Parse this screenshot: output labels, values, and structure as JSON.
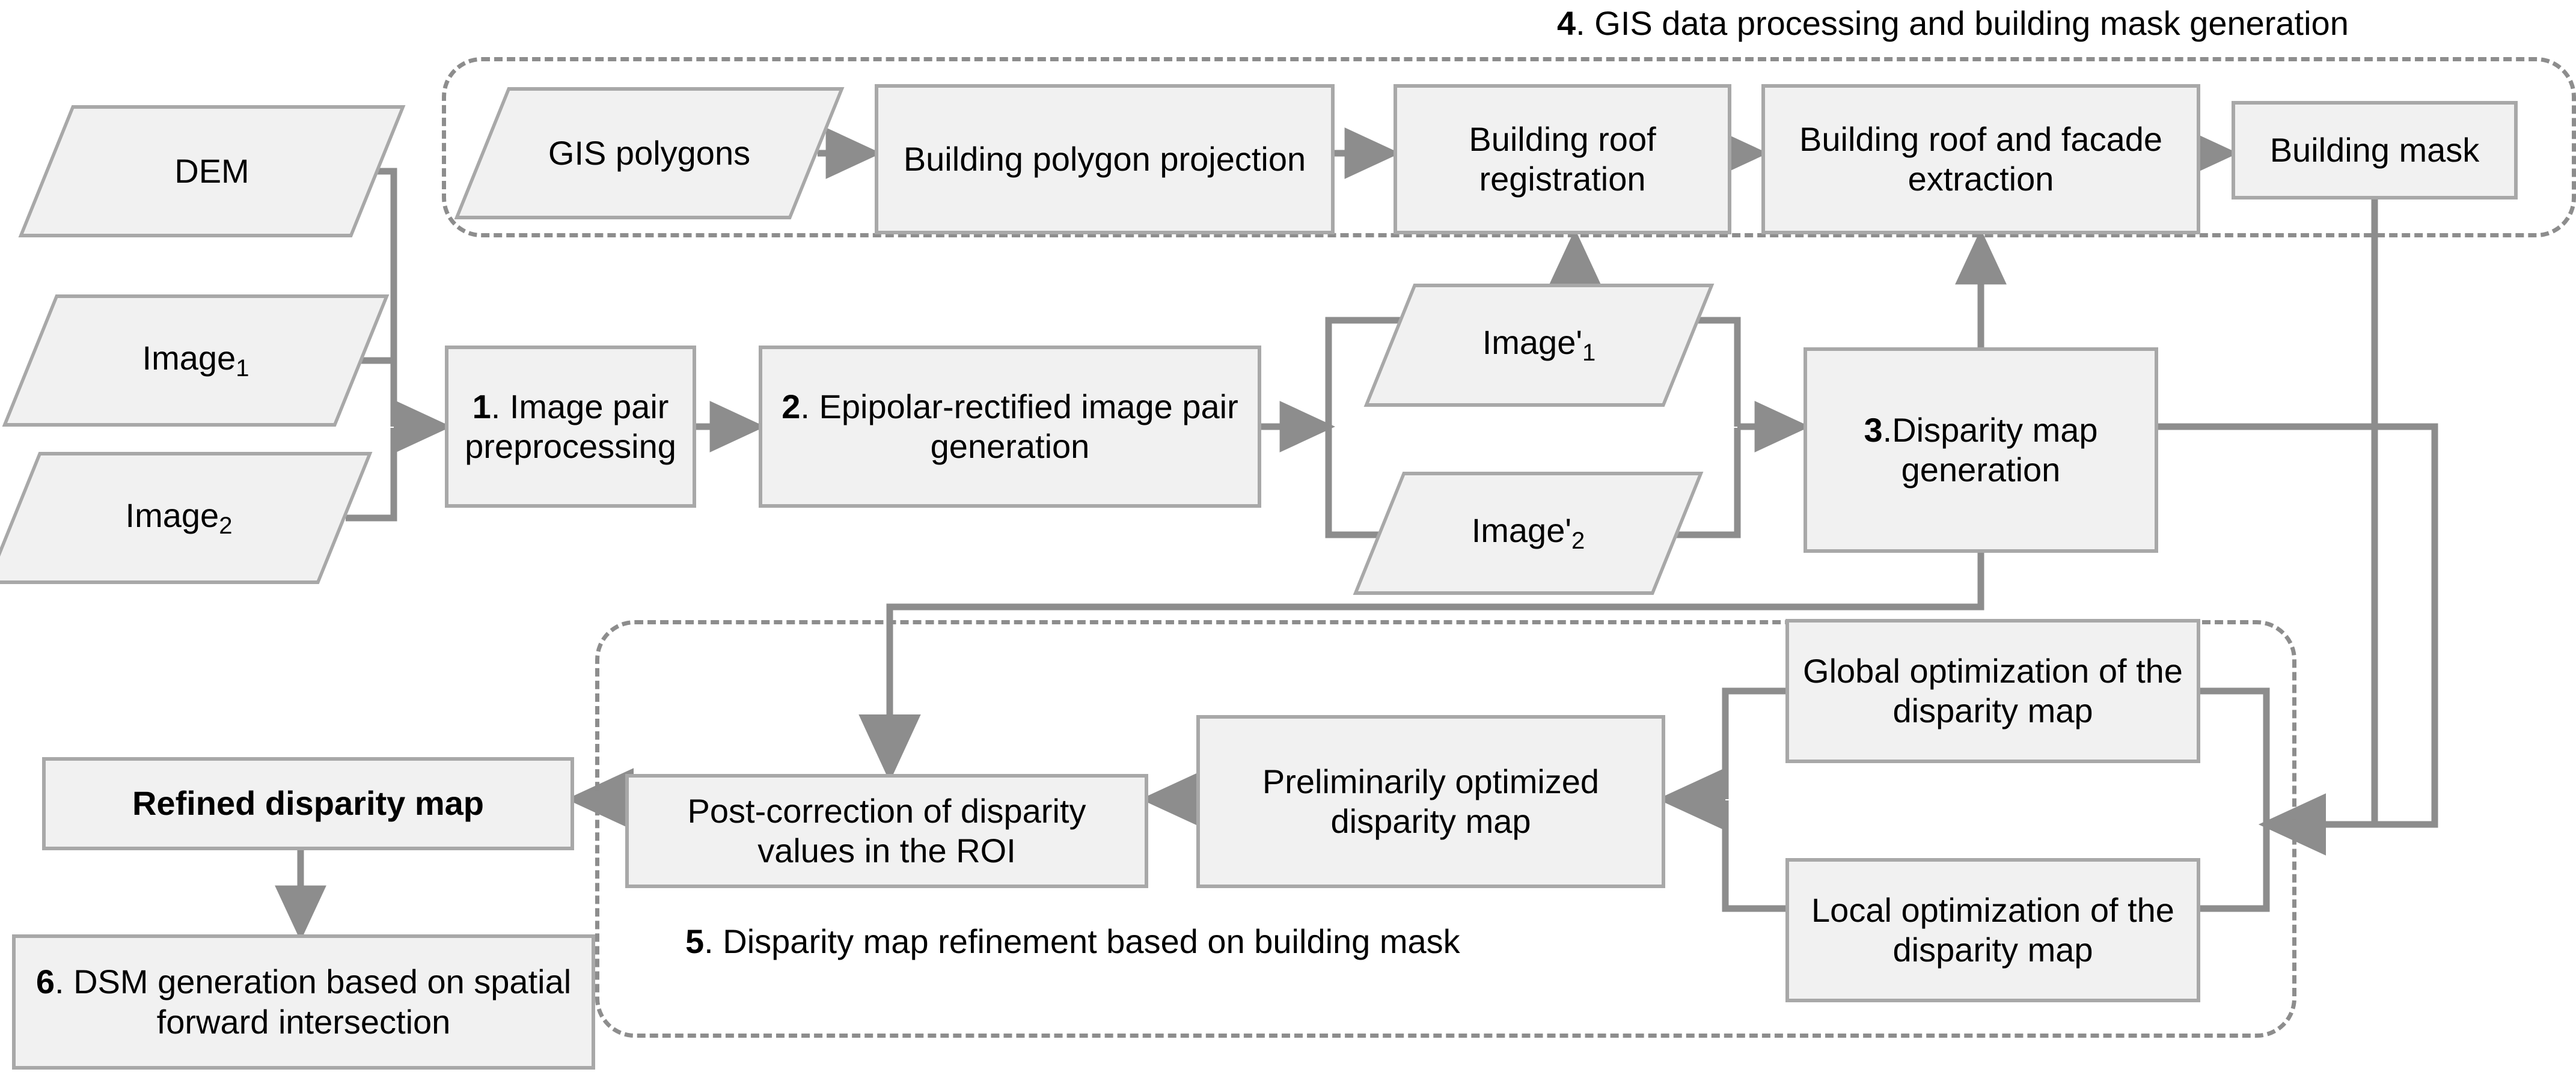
{
  "diagram": {
    "title_groups": [
      {
        "id": "group4",
        "number": "4",
        "text": ". GIS data processing and building mask generation"
      },
      {
        "id": "group5",
        "number": "5",
        "text": ". Disparity map refinement based on building mask"
      }
    ],
    "inputs": [
      {
        "id": "dem",
        "label": "DEM"
      },
      {
        "id": "image1",
        "label": "Image",
        "sub": "1"
      },
      {
        "id": "image2",
        "label": "Image",
        "sub": "2"
      }
    ],
    "intermediate_data": [
      {
        "id": "gis_polygons",
        "label": "GIS polygons"
      },
      {
        "id": "image1_rect",
        "label": "Image'",
        "sub": "1"
      },
      {
        "id": "image2_rect",
        "label": "Image'",
        "sub": "2"
      }
    ],
    "process_nodes": [
      {
        "id": "step1",
        "number": "1",
        "text": ". Image pair preprocessing"
      },
      {
        "id": "step2",
        "number": "2",
        "text": ". Epipolar-rectified image pair generation"
      },
      {
        "id": "step3",
        "number": "3",
        "text": ".Disparity map generation"
      },
      {
        "id": "step6",
        "number": "6",
        "text": ". DSM generation based on spatial forward intersection"
      }
    ],
    "gis_nodes": [
      {
        "id": "building_polygon_projection",
        "label": "Building polygon projection"
      },
      {
        "id": "building_roof_registration",
        "label": "Building roof registration"
      },
      {
        "id": "building_roof_facade",
        "label": "Building roof and facade extraction"
      },
      {
        "id": "building_mask",
        "label": "Building mask"
      }
    ],
    "refinement_nodes": [
      {
        "id": "global_optimization",
        "label": "Global optimization of the disparity map"
      },
      {
        "id": "local_optimization",
        "label": "Local optimization of the disparity map"
      },
      {
        "id": "preliminary_map",
        "label": "Preliminarily optimized disparity map"
      },
      {
        "id": "post_correction",
        "label": "Post-correction of disparity values in the ROI"
      },
      {
        "id": "refined_map",
        "label": "Refined disparity map"
      }
    ],
    "colors": {
      "node_fill": "#f1f1f1",
      "node_border": "#a8a8a8",
      "connector": "#8d8d8d",
      "group_border": "#8d8d8d",
      "text": "#000000",
      "background": "#ffffff"
    }
  }
}
